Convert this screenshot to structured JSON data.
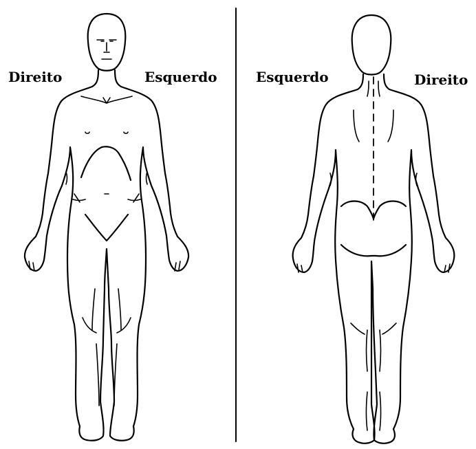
{
  "labels": {
    "front_right": "Direito",
    "front_left": "Esquerdo",
    "back_left": "Esquerdo",
    "back_right": "Direito"
  },
  "icons": [
    "front-body-outline",
    "back-body-outline"
  ],
  "colors": {
    "ink": "#000000",
    "background": "#ffffff"
  }
}
